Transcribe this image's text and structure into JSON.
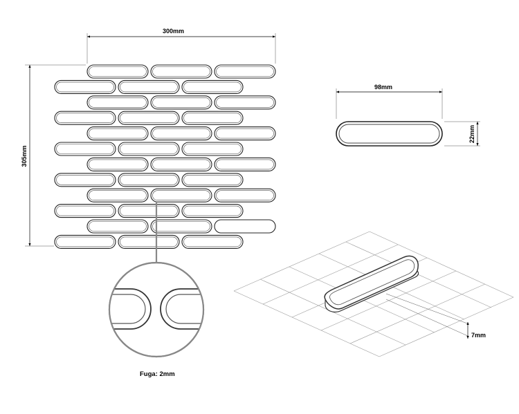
{
  "labels": {
    "sheet_width": "300mm",
    "sheet_height": "305mm",
    "tile_length": "98mm",
    "tile_width": "22mm",
    "tile_thickness": "7mm",
    "joint": "Fuga: 2mm"
  }
}
